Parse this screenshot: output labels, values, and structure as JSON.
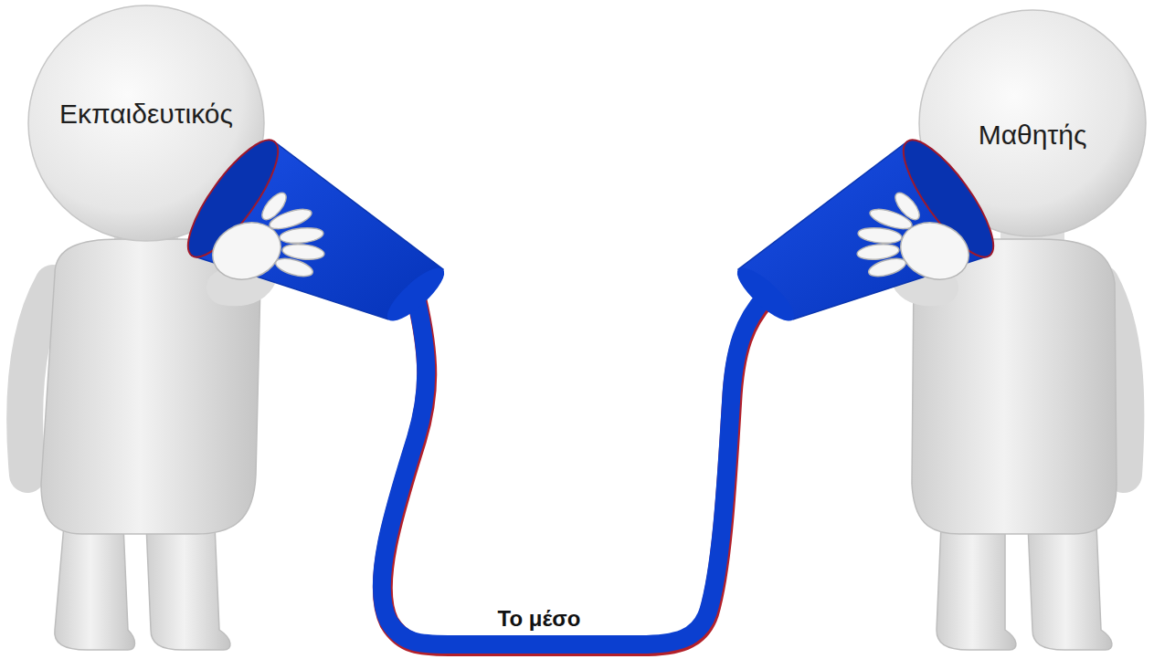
{
  "diagram": {
    "nodes": [
      {
        "text": [
          "Εκπαιδευτικός"
        ]
      },
      {
        "text": [
          "Μαθητής"
        ]
      }
    ],
    "labels": [
      "Το μέσο"
    ]
  }
}
